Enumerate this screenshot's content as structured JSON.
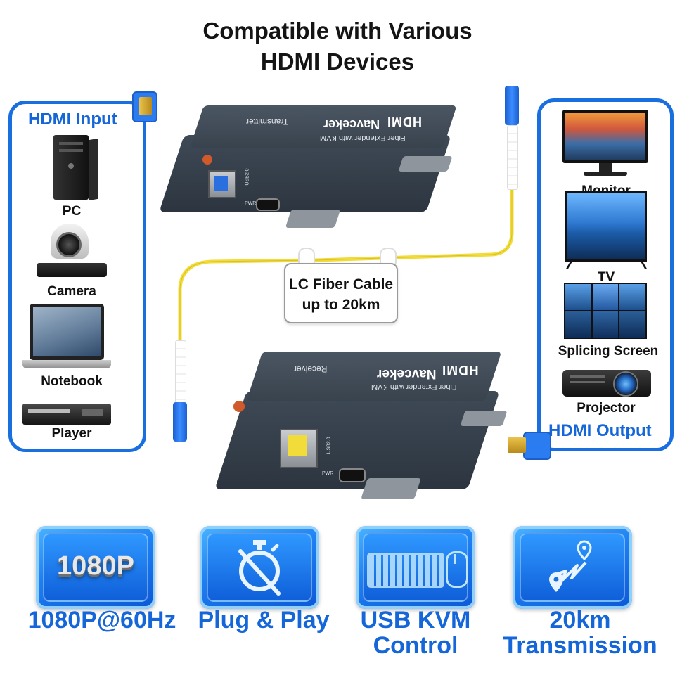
{
  "title": {
    "line1": "Compatible with Various",
    "line2": "HDMI Devices"
  },
  "input_panel": {
    "label": "HDMI Input",
    "devices": [
      {
        "label": "PC",
        "icon": "pc-tower-icon"
      },
      {
        "label": "Camera",
        "icon": "ptz-camera-icon"
      },
      {
        "label": "Notebook",
        "icon": "laptop-icon"
      },
      {
        "label": "Player",
        "icon": "dvd-player-icon"
      }
    ]
  },
  "output_panel": {
    "label": "HDMI Output",
    "devices": [
      {
        "label": "Monitor",
        "icon": "monitor-icon"
      },
      {
        "label": "TV",
        "icon": "tv-icon"
      },
      {
        "label": "Splicing Screen",
        "icon": "video-wall-icon"
      },
      {
        "label": "Projector",
        "icon": "projector-icon"
      }
    ]
  },
  "transmitter": {
    "brand": "Navceker",
    "subtitle": "Fiber Extender with KVM",
    "role": "Transmitter",
    "logo": "HDMI",
    "port_label": "USB2.0",
    "pwr": "PWR"
  },
  "receiver": {
    "brand": "Navceker",
    "subtitle": "Fiber Extender with KVM",
    "role": "Receiver",
    "logo": "HDMI",
    "port_label": "USB2.0",
    "pwr": "PWR"
  },
  "cable": {
    "line1": "LC Fiber Cable",
    "line2": "up to 20km"
  },
  "features": [
    {
      "badge": "1080P",
      "label": "1080P@60Hz",
      "icon": "resolution-badge-icon"
    },
    {
      "label": "Plug & Play",
      "icon": "stopwatch-off-icon"
    },
    {
      "label_line1": "USB KVM",
      "label_line2": "Control",
      "icon": "keyboard-mouse-icon"
    },
    {
      "label_line1": "20km",
      "label_line2": "Transmission",
      "icon": "route-location-icon"
    }
  ],
  "colors": {
    "accent_blue": "#1a6fe0",
    "label_blue": "#1566d8",
    "fiber_yellow": "#f2dc3a",
    "device_gray": "#323b45"
  }
}
